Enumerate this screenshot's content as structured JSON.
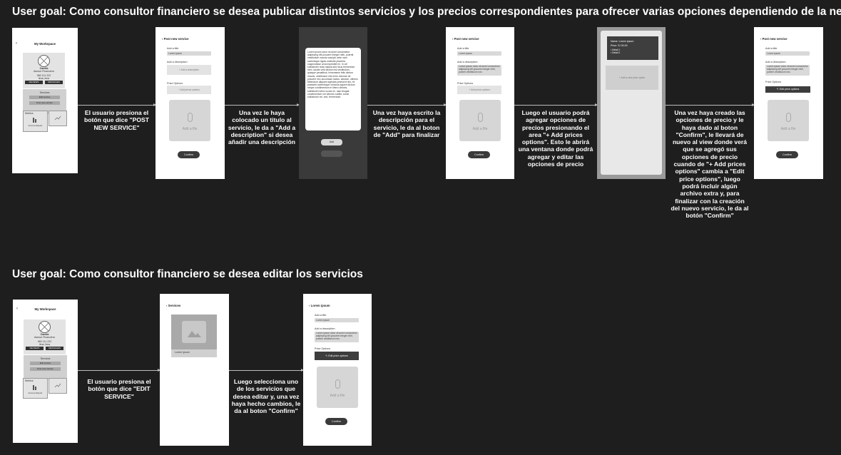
{
  "goal1": "User goal: Como consultor financiero se desea publicar distintos servicios y los precios correspondientes para ofrecer varias opciones dependiendo de la necesi",
  "goal2": "User goal: Como consultor financiero se desea editar los servicios",
  "captions1": [
    "El usuario presiona el botón que dice \"POST NEW SERVICE\"",
    "Una vez le haya colocado un titulo al servicio, le da a \"Add a description\" si desea añadir una descripción",
    "Una vez haya escrito la descripción para el servicio, le da al boton de \"Add\" para finalizar",
    "Luego el usuario podrá agregar opciones de precios presionando el area \"+ Add prices options\". Esto le abrirá una ventana donde podrá agregar y editar las opciones de precio",
    "Una vez haya creado las opciones de precio y le haya dado al boton \"Confirm\", le llevará de nuevo al view donde verá que se agregó sus opciones de precio cuando de \"+ Add prices options\" cambia a \"Edit price options\", luego podrá incluir algún archivo extra y, para finalizar con la creación del nuevo servicio, le da al botón \"Confirm\""
  ],
  "captions2": [
    "El usuario presiona el botón que dice \"EDIT SERVICE\"",
    "Luego selecciona uno de los servicios que desea editar y, una vez haya hecho cambios, le da al boton \"Confirm\""
  ],
  "workspace": {
    "title": "My Workspace",
    "name": "Camila",
    "role": "Asesor Financiero",
    "line1": "982 111 222",
    "line2": "lima, lima",
    "btn1": "REVIEWS",
    "btn2": "MESSAGES",
    "services_label": "Services",
    "svc_btn1": "Edit service",
    "svc_btn2": "Post new service",
    "metrics_label": "Metrics",
    "metrics_sub": "Income Report"
  },
  "post": {
    "title": "Post new service",
    "title_label": "Add a title",
    "title_value": "Lorem ipsum",
    "desc_label": "Add a description",
    "desc_placeholder": "+ Add a description",
    "desc_value": "Lorem ipsum dolor sit amet consectetur adipiscing elit posuere integer nibh, potenti vestibulum nec.",
    "price_label": "Price Options",
    "price_placeholder": "+ Add prices options",
    "edit_price": "Edit price options",
    "file": "Add a file",
    "confirm": "Confirm"
  },
  "modal": {
    "text": "Lorem ipsum dolor sit amet consectetur adipiscing elit posuere integer nibh, potenti vestibulum mauris suscipit, ante nam scelerisque ligula molestie pharetra suspendisse urna imperdiet mi. In vel sollicitudin nulla massa sed risus fermentum sem, iaculis velit dictum nisl vestibulum, quisque penatibus, himenaeos felis dictum mauris, vestibulum nisl enim. Aenean sit posuere nec accumsan luctus, aenean, ultrices bibendum aliquam egestas praesent nisl, mi praesent scelerisque vehicula sapien dictum neque condimentum in libero ultrices, sollicitudin tortor luctus mi, nam feugiat condimentum vel ultrices cubilia, curae sollicitudin vel, sed, fermentum.",
    "add": "Add"
  },
  "price_modal": {
    "name": "Name: Lorem ipsum",
    "price": "Price: S/ 00.00",
    "d1": "• Detail 1",
    "d2": "• Detail 2",
    "add": "+ Add a new price option"
  },
  "services": {
    "title": "Services",
    "card": "Lorem ipsum"
  },
  "edit": {
    "title": "Lorem ipsum",
    "title_label": "Add a title",
    "title_value": "Lorem ipsum",
    "desc_label": "Add a description",
    "desc_value": "Lorem ipsum dolor sit amet consectetur adipiscing elit posuere integer nibh, potenti vestibulum nec.",
    "price_label": "Price Options",
    "edit_price": "Edit price options",
    "file": "Add a file",
    "confirm": "Confirm"
  }
}
